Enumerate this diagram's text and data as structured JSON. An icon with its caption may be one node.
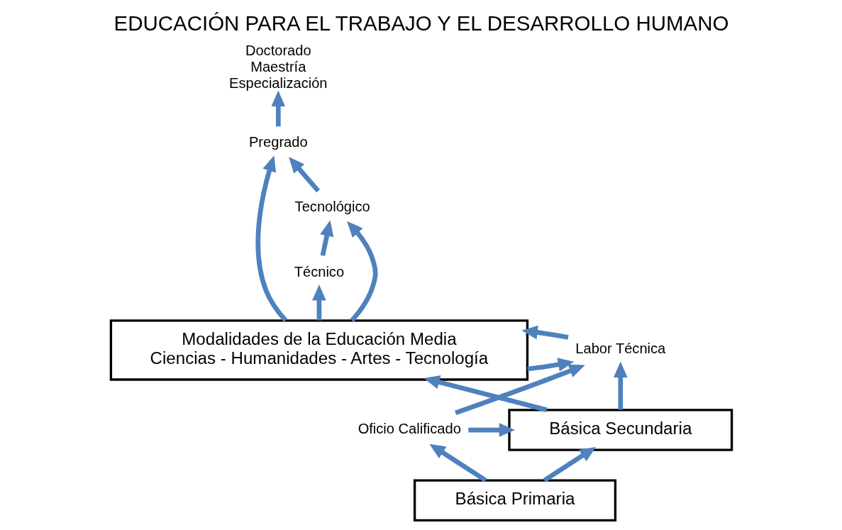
{
  "diagram": {
    "title": "EDUCACIÓN PARA EL TRABAJO Y EL DESARROLLO HUMANO",
    "nodes": [
      {
        "text": [
          "Básica Primaria"
        ]
      },
      {
        "text": [
          "Básica Secundaria"
        ]
      },
      {
        "text": [
          "Modalidades de la Educación Media",
          "Ciencias - Humanidades - Artes - Tecnología"
        ]
      },
      {
        "text": [
          "Oficio Calificado"
        ]
      },
      {
        "text": [
          "Labor Técnica"
        ]
      },
      {
        "text": [
          "Técnico"
        ]
      },
      {
        "text": [
          "Tecnológico"
        ]
      },
      {
        "text": [
          "Pregrado"
        ]
      },
      {
        "text": [
          "Doctorado",
          "Maestría",
          "Especialización"
        ]
      }
    ],
    "edges": [
      {
        "from": 0,
        "to": 3,
        "arrow": "to"
      },
      {
        "from": 0,
        "to": 1,
        "arrow": "to"
      },
      {
        "from": 3,
        "to": 1,
        "arrow": "to"
      },
      {
        "from": 3,
        "to": 4,
        "arrow": "to"
      },
      {
        "from": 1,
        "to": 4,
        "arrow": "to"
      },
      {
        "from": 4,
        "to": 2,
        "arrow": "to"
      },
      {
        "from": 2,
        "to": 4,
        "arrow": "to"
      },
      {
        "from": 1,
        "to": 2,
        "arrow": "to"
      },
      {
        "from": 2,
        "to": 5,
        "arrow": "to"
      },
      {
        "from": 5,
        "to": 6,
        "arrow": "to"
      },
      {
        "from": 2,
        "to": 6,
        "arrow": "to"
      },
      {
        "from": 6,
        "to": 7,
        "arrow": "to"
      },
      {
        "from": 2,
        "to": 7,
        "arrow": "to"
      },
      {
        "from": 7,
        "to": 8,
        "arrow": "to"
      }
    ]
  }
}
